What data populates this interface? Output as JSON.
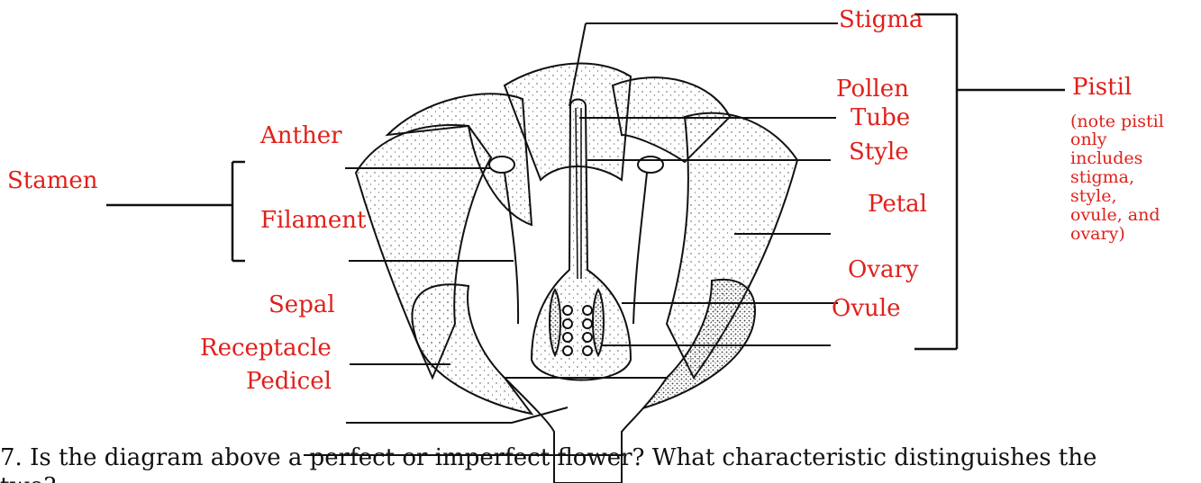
{
  "labels": {
    "stigma": "Stigma",
    "pollen": "Pollen",
    "tube": "Tube",
    "style": "Style",
    "petal": "Petal",
    "ovary": "Ovary",
    "ovule": "Ovule",
    "pistil": "Pistil",
    "anther": "Anther",
    "stamen": "Stamen",
    "filament": "Filament",
    "sepal": "Sepal",
    "receptacle": "Receptacle",
    "pedicel": "Pedicel"
  },
  "pistil_note": [
    "(note pistil",
    "only",
    "includes",
    "stigma,",
    "style,",
    "ovule, and",
    "ovary)"
  ],
  "question": {
    "line1": "7. Is the diagram above a perfect or imperfect flower? What characteristic distinguishes the",
    "line2": "two?"
  },
  "colors": {
    "label": "#e0201b",
    "line": "#111111"
  }
}
